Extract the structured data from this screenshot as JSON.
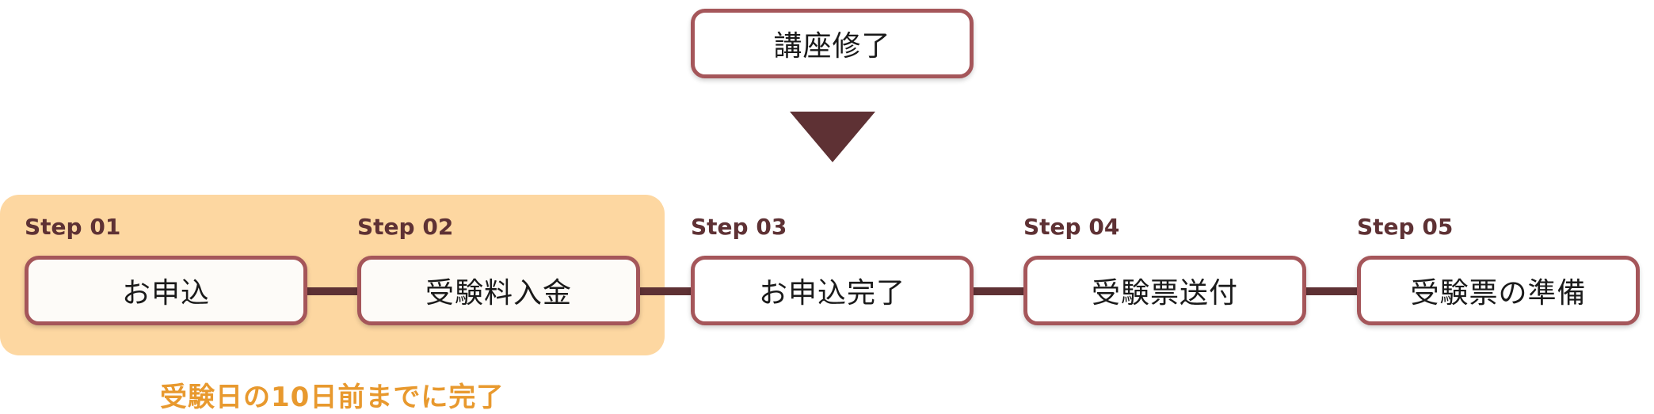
{
  "top_box": {
    "label": "講座修了"
  },
  "steps": [
    {
      "step": "Step 01",
      "label": "お申込"
    },
    {
      "step": "Step 02",
      "label": "受験料入金"
    },
    {
      "step": "Step 03",
      "label": "お申込完了"
    },
    {
      "step": "Step 04",
      "label": "受験票送付"
    },
    {
      "step": "Step 05",
      "label": "受験票の準備"
    }
  ],
  "note": "受験日の10日前までに完了",
  "colors": {
    "box_border": "#a5565a",
    "connector": "#5e3134",
    "highlight": "#fdd7a1",
    "note": "#e8992e"
  }
}
